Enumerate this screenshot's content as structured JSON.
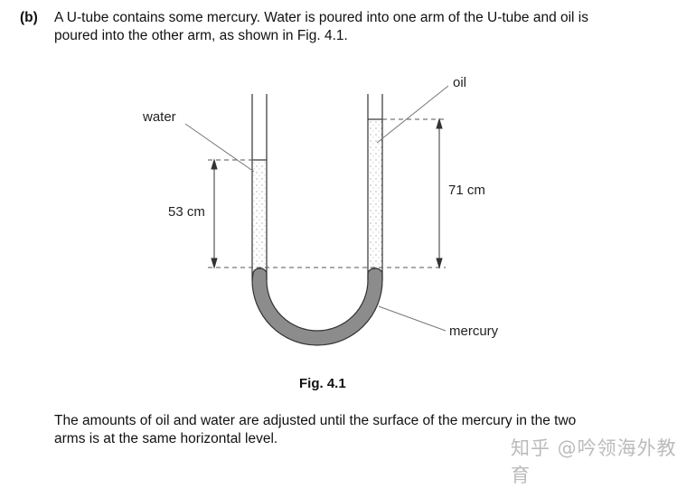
{
  "question": {
    "part": "(b)",
    "intro_line1": "A U-tube contains some mercury. Water is poured into one arm of the U-tube and oil is",
    "intro_line2": "poured into the other arm, as shown in Fig. 4.1.",
    "outro_line1": "The amounts of oil and water are adjusted until the surface of the mercury in the two",
    "outro_line2": "arms is at the same horizontal level."
  },
  "figure": {
    "caption": "Fig. 4.1",
    "labels": {
      "water": "water",
      "oil": "oil",
      "mercury": "mercury",
      "water_height": "53 cm",
      "oil_height": "71 cm"
    }
  },
  "watermark": "知乎 @吟领海外教育"
}
